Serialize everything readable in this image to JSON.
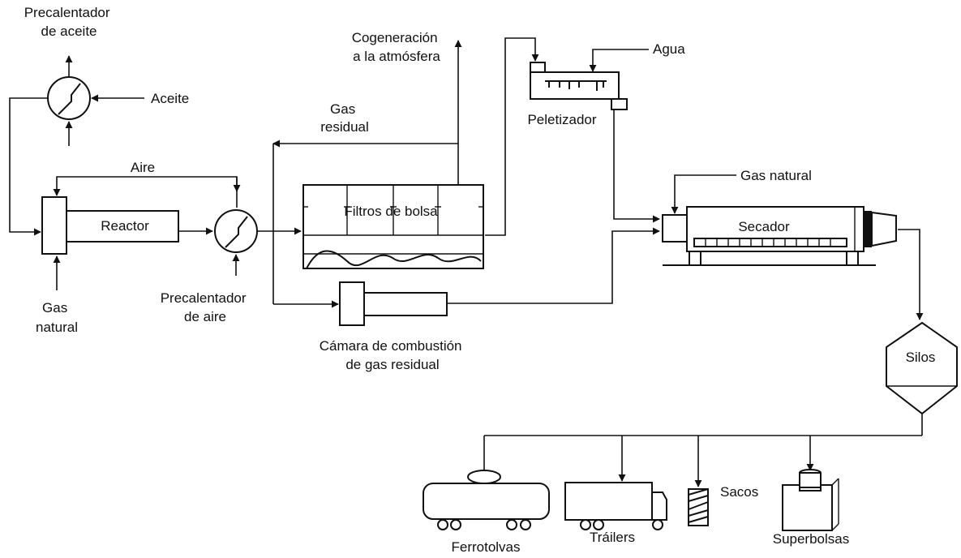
{
  "diagram": {
    "equipment": {
      "oil_preheater": [
        "Precalentador",
        "de aceite"
      ],
      "reactor": "Reactor",
      "air_preheater": [
        "Precalentador",
        "de aire"
      ],
      "bag_filters": "Filtros de bolsa",
      "combustion_chamber": [
        "Cámara de combustión",
        "de gas residual"
      ],
      "pelletizer": "Peletizador",
      "dryer": "Secador",
      "silos": "Silos",
      "rail_cars": "Ferrotolvas",
      "trailers": "Tráilers",
      "bags": "Sacos",
      "super_bags": "Superbolsas"
    },
    "streams": {
      "oil": "Aceite",
      "air": "Aire",
      "natural_gas_reactor": [
        "Gas",
        "natural"
      ],
      "cogeneration": [
        "Cogeneración",
        "a la atmósfera"
      ],
      "residual_gas": [
        "Gas",
        "residual"
      ],
      "water": "Agua",
      "natural_gas_dryer": "Gas natural"
    }
  }
}
